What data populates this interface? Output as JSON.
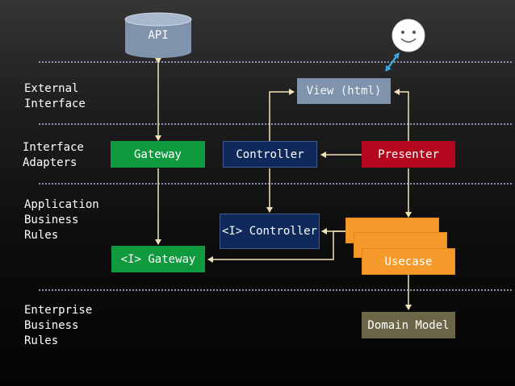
{
  "layers": {
    "external_interface": "External\nInterface",
    "interface_adapters": "Interface\nAdapters",
    "application_business_rules": "Application\nBusiness\nRules",
    "enterprise_business_rules": "Enterprise\nBusiness\nRules"
  },
  "nodes": {
    "api": "API",
    "view": "View (html)",
    "gateway": "Gateway",
    "controller": "Controller",
    "presenter": "Presenter",
    "i_controller": "<I> Controller",
    "i_gateway": "<I> Gateway",
    "usecase": "Usecase",
    "domain_model": "Domain Model"
  },
  "user_icon": "smiley-face-icon",
  "colors": {
    "gateway": "#109a3e",
    "controller": "#0f2a5a",
    "presenter": "#b4061c",
    "view": "#7f93ad",
    "usecase": "#f59a2b",
    "domain_model": "#6c6648",
    "database": "#7f93ad",
    "arrow": "#f3e3b8",
    "user_link": "#3aa6e0",
    "divider": "#8a96b2"
  }
}
